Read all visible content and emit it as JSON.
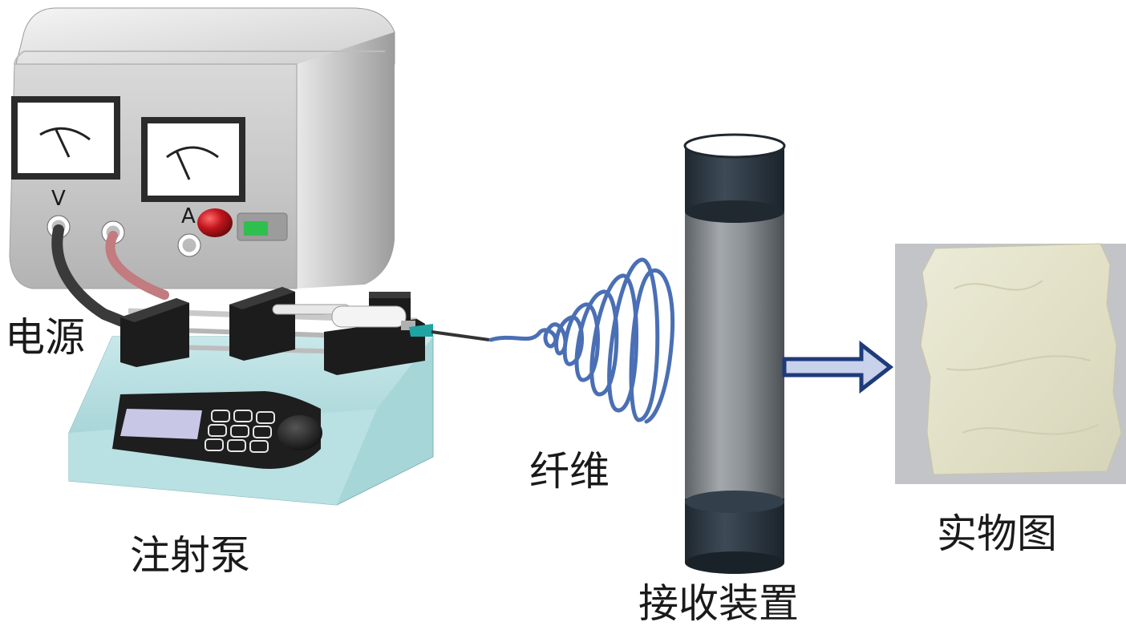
{
  "labels": {
    "power_supply": "电源",
    "syringe_pump": "注射泵",
    "fiber": "纤维",
    "collector": "接收装置",
    "photo": "实物图"
  },
  "power_supply": {
    "voltage_terminal_label": "V",
    "current_terminal_label": "A"
  },
  "colors": {
    "fiber_blue": "#4a6fb4",
    "collector_dark": "#2f3a45",
    "pump_base": "#a7d6d8",
    "arrow_fill": "#c8d2ea",
    "arrow_stroke": "#1f3b7a",
    "indicator_green": "#2fbf4e",
    "knob_red": "#c0151c"
  }
}
